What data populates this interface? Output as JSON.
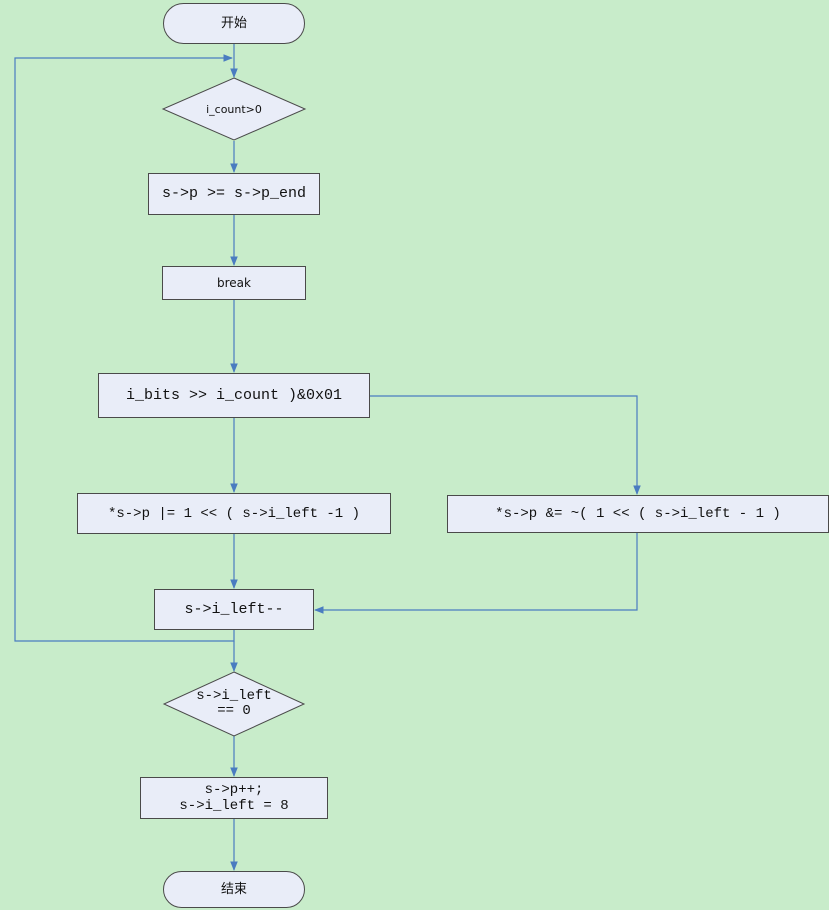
{
  "nodes": {
    "start": "开始",
    "cond_count": "i_count>0",
    "check_end": "s->p >= s->p_end",
    "break": "break",
    "test_bit": "i_bits >> i_count )&0x01",
    "set_bit": "*s->p |= 1 << ( s->i_left -1 )",
    "clear_bit": "*s->p &= ~( 1 << ( s->i_left - 1 )",
    "dec_left": "s->i_left--",
    "cond_left": "s->i_left\n== 0",
    "advance": "s->p++;\ns->i_left = 8",
    "end": "结束"
  },
  "colors": {
    "background": "#c8ecca",
    "node_fill": "#e9edf8",
    "connector": "#4a7cc0"
  }
}
